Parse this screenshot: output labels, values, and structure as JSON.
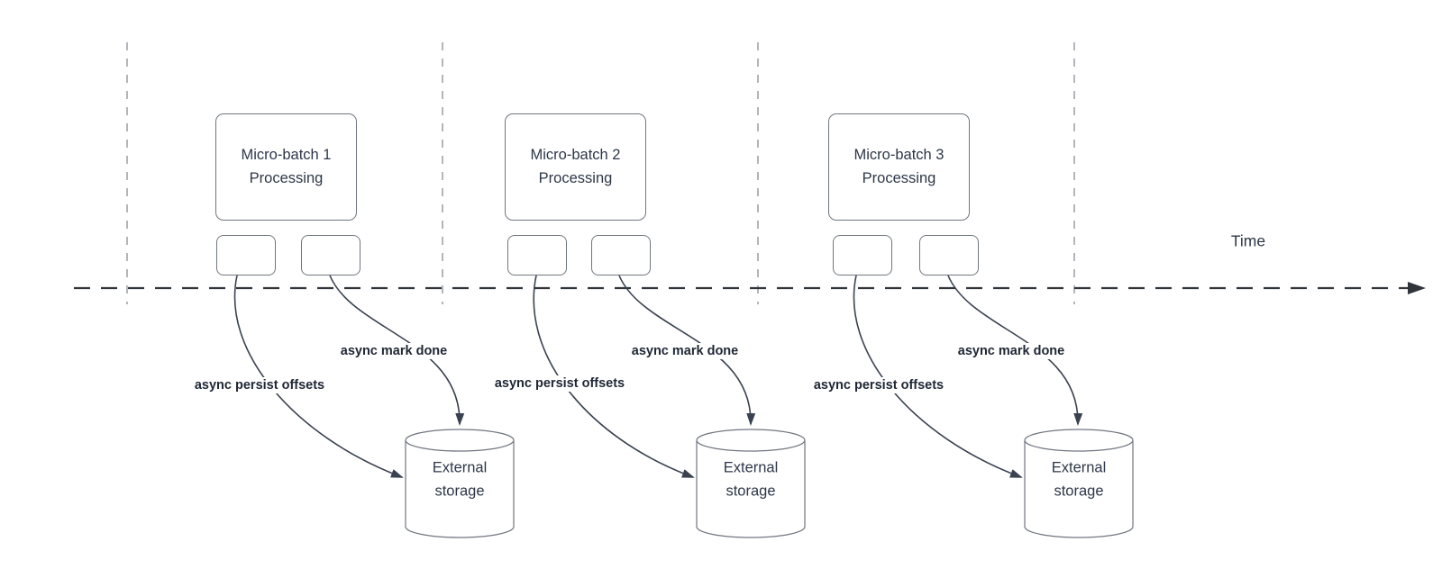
{
  "axis": {
    "label": "Time"
  },
  "batches": [
    {
      "box_title_line1": "Micro-batch 1",
      "box_title_line2": "Processing",
      "persist_arrow_label": "async persist offsets",
      "mark_done_arrow_label": "async mark done",
      "storage_label": "External storage"
    },
    {
      "box_title_line1": "Micro-batch 2",
      "box_title_line2": "Processing",
      "persist_arrow_label": "async persist offsets",
      "mark_done_arrow_label": "async mark done",
      "storage_label": "External storage"
    },
    {
      "box_title_line1": "Micro-batch 3",
      "box_title_line2": "Processing",
      "persist_arrow_label": "async persist offsets",
      "mark_done_arrow_label": "async mark done",
      "storage_label": "External storage"
    }
  ],
  "colors": {
    "curve_color": "#3a4250",
    "axis_color": "#30353b",
    "boundary_color": "#a0a4ac",
    "border_color": "#707680",
    "title_color": "#2d3748",
    "label_color": "#1e2734",
    "bg_color": "#ffffff"
  }
}
